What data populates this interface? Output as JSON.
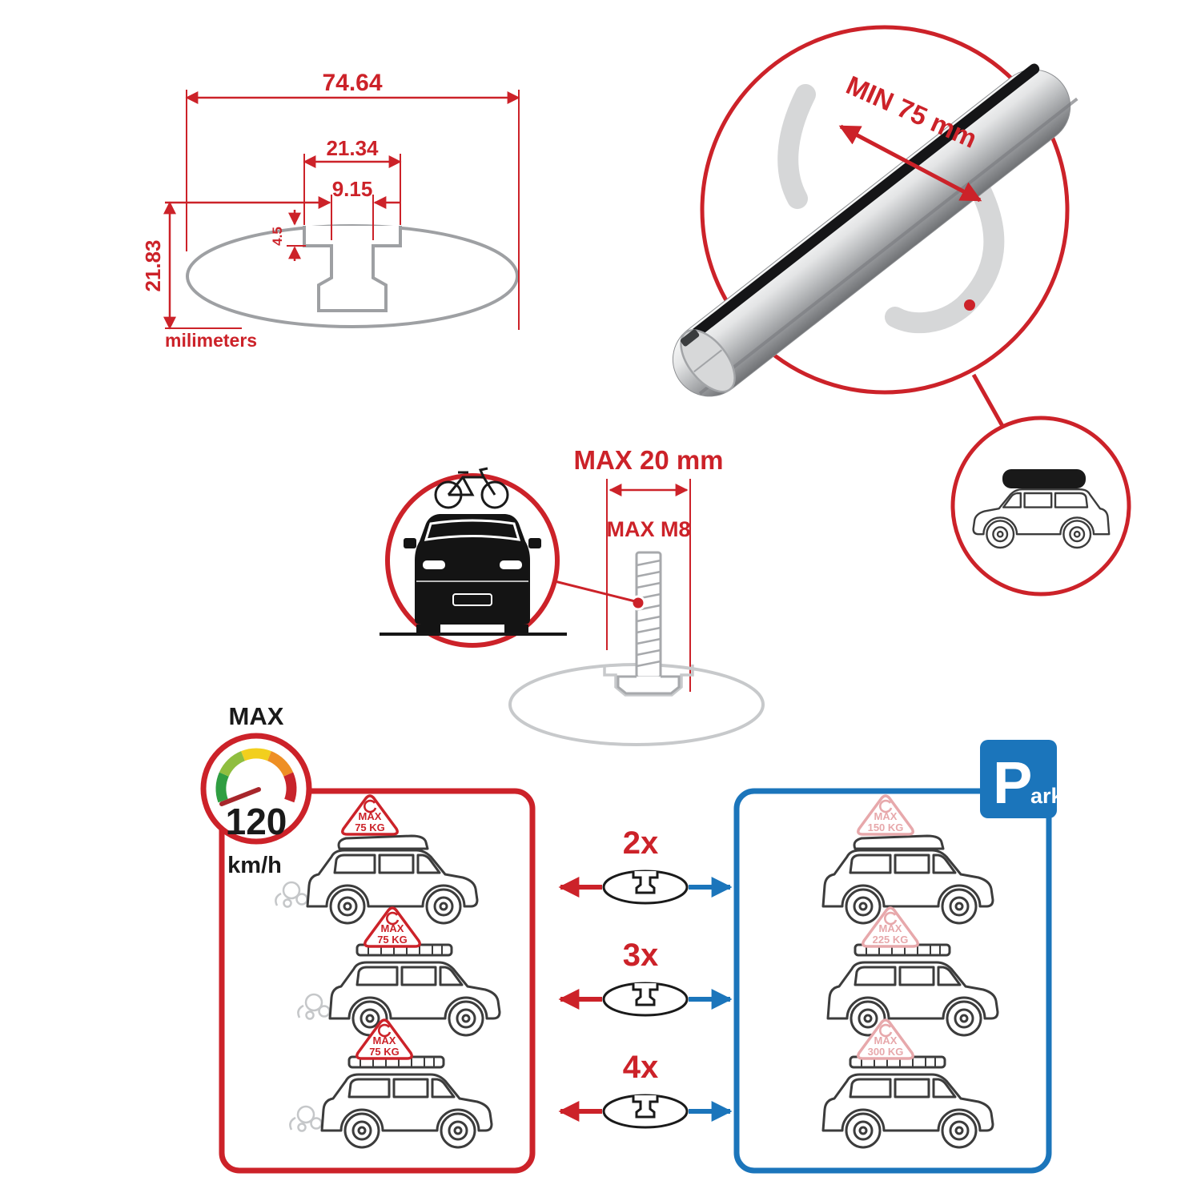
{
  "dimensions": {
    "total_width": "74.64",
    "slot_outer_width": "21.34",
    "slot_inner_width": "9.15",
    "slot_depth": "4.5",
    "total_height": "21.83",
    "units": "milimeters"
  },
  "bar_callout": {
    "min_span": "MIN 75 mm"
  },
  "bolt": {
    "max_width": "MAX 20 mm",
    "max_thread": "MAX M8"
  },
  "speed": {
    "label": "MAX",
    "value": "120",
    "unit": "km/h"
  },
  "park_sign": {
    "letter": "P",
    "rest": "ark"
  },
  "multipliers": [
    "2x",
    "3x",
    "4x"
  ],
  "driving_cars": [
    {
      "sign_title": "MAX",
      "sign_value": "75 KG"
    },
    {
      "sign_title": "MAX",
      "sign_value": "75 KG"
    },
    {
      "sign_title": "MAX",
      "sign_value": "75 KG"
    }
  ],
  "parked_cars": [
    {
      "sign_title": "MAX",
      "sign_value": "150 KG"
    },
    {
      "sign_title": "MAX",
      "sign_value": "225 KG"
    },
    {
      "sign_title": "MAX",
      "sign_value": "300 KG"
    }
  ],
  "colors": {
    "red": "#cc2229",
    "blue": "#1b75bb",
    "pink": "#e7a8ab",
    "gray": "#9ea0a3",
    "light_gray": "#c7c9cb",
    "black": "#1a1a1a",
    "silver": "#c2c4c6"
  }
}
